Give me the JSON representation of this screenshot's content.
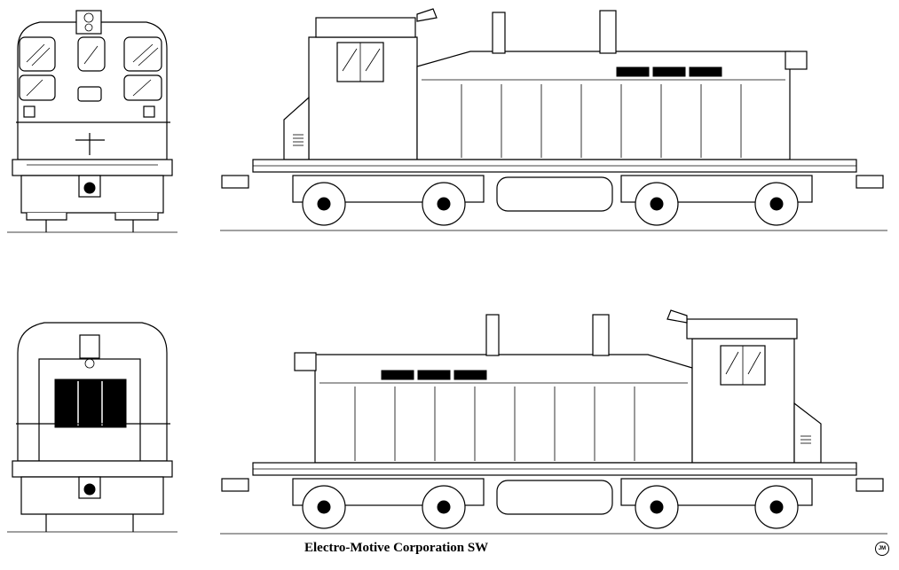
{
  "caption": "Electro-Motive Corporation SW",
  "author_mark": "JM",
  "views": [
    {
      "name": "front-end-view"
    },
    {
      "name": "left-side-view"
    },
    {
      "name": "rear-end-view"
    },
    {
      "name": "right-side-view"
    }
  ]
}
